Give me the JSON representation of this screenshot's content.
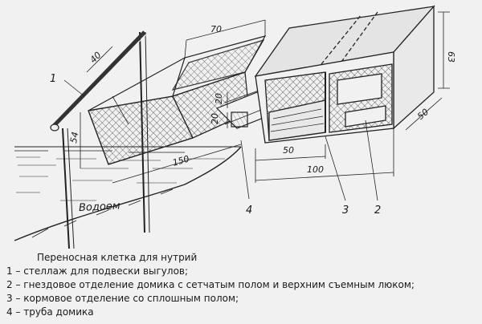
{
  "diagram": {
    "dimensions": {
      "d70": "70",
      "d40": "40",
      "d63": "63",
      "d50_side": "50",
      "d20_a": "20",
      "d20_b": "20",
      "d54": "54",
      "d150": "150",
      "d50_bottom": "50",
      "d100": "100"
    },
    "callouts": {
      "c1": "1",
      "c2": "2",
      "c3": "3",
      "c4": "4"
    },
    "water_label": "Водоем"
  },
  "caption": {
    "title": "Переносная клетка для нутрий",
    "items": [
      "1 – стеллаж для подвески выгулов;",
      "2 – гнездовое отделение домика с сетчатым полом и верхним съемным люком;",
      "3 – кормовое отделение со сплошным полом;",
      "4 – труба домика"
    ]
  }
}
